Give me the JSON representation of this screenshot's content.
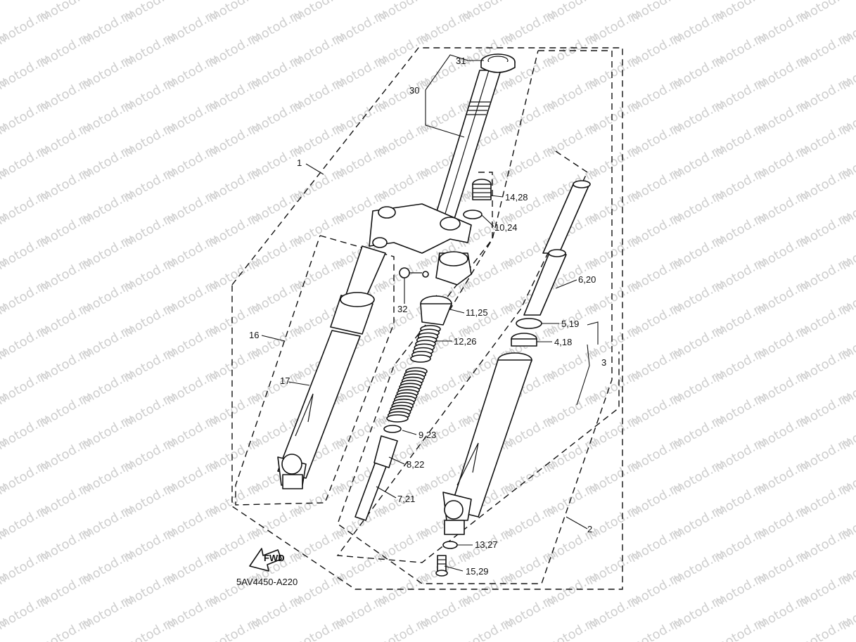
{
  "watermark": "motod.ru",
  "diagram_code": "5AV4450-A220",
  "fwd_label": "FWD",
  "callouts": {
    "c31": "31",
    "c30": "30",
    "c1": "1",
    "c14_28": "14,28",
    "c10_24": "10,24",
    "c6_20": "6,20",
    "c32": "32",
    "c11_25": "11,25",
    "c16": "16",
    "c5_19": "5,19",
    "c12_26": "12,26",
    "c4_18": "4,18",
    "c3": "3",
    "c17": "17",
    "c9_23": "9,23",
    "c8_22": "8,22",
    "c7_21": "7,21",
    "c2": "2",
    "c13_27": "13,27",
    "c15_29": "15,29"
  }
}
